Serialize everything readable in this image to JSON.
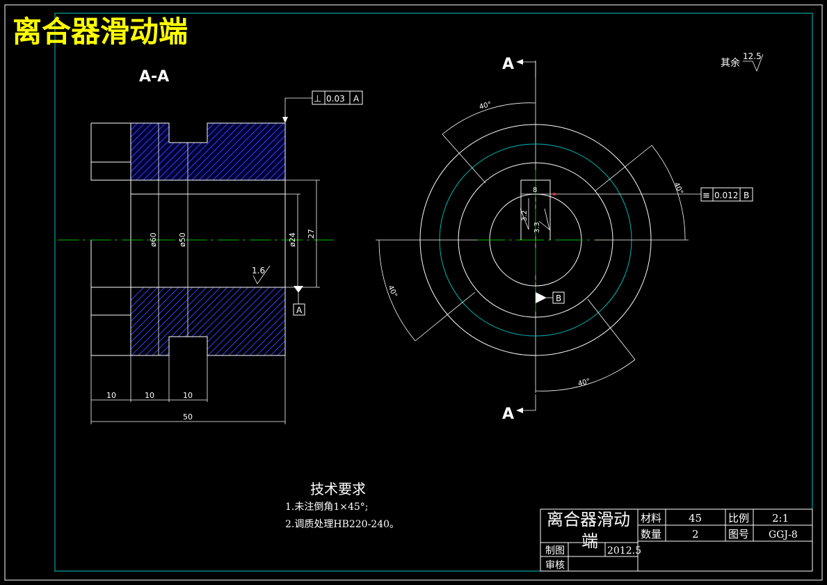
{
  "title": "离合器滑动端",
  "section_label": "A-A",
  "cut_labels": {
    "top": "A",
    "bottom": "A"
  },
  "surface_finish_note": {
    "prefix": "其余",
    "value": "12.5"
  },
  "section_view": {
    "perpendicularity": {
      "symbol": "⊥",
      "tolerance": "0.03",
      "datum": "A"
    },
    "datum_a": "A",
    "roughness_bore": "1.6",
    "dims_vertical": [
      "ø60",
      "ø50",
      "ø24",
      "27"
    ],
    "dims_horizontal": [
      "10",
      "10",
      "10",
      "50"
    ]
  },
  "end_view": {
    "angle_labels": [
      "40°",
      "40°",
      "40°",
      "40°"
    ],
    "symmetry": {
      "symbol": "≡",
      "tolerance": "0.012",
      "datum": "B"
    },
    "datum_b": "B",
    "keyway_width": "8",
    "keyway_depth": "3.3",
    "keyway_roughness": "3.2"
  },
  "tech_requirements": {
    "heading": "技术要求",
    "items": [
      "1.未注倒角1×45°;",
      "2.调质处理HB220-240。"
    ]
  },
  "title_block": {
    "name_line1": "离合器滑动",
    "name_line2": "端",
    "material_label": "材料",
    "material_value": "45",
    "scale_label": "比例",
    "scale_value": "2:1",
    "quantity_label": "数量",
    "quantity_value": "2",
    "drawing_no_label": "图号",
    "drawing_no_value": "GGJ-8",
    "drawn_label": "制图",
    "drawn_date": "2012.5",
    "check_label": "审核"
  },
  "colors": {
    "background": "#000000",
    "title": "#ffff00",
    "hatch": "#3040ff",
    "centerline": "#00c000",
    "border": "#00c8c8"
  }
}
